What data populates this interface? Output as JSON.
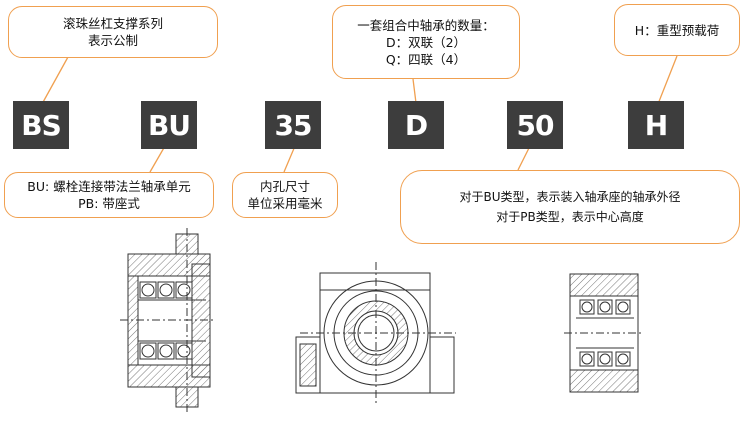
{
  "codes": [
    {
      "id": "bs",
      "text": "BS"
    },
    {
      "id": "bu",
      "text": "BU"
    },
    {
      "id": "35",
      "text": "35"
    },
    {
      "id": "d",
      "text": "D"
    },
    {
      "id": "50",
      "text": "50"
    },
    {
      "id": "h",
      "text": "H"
    }
  ],
  "callouts": {
    "series": {
      "line1": "滚珠丝杠支撑系列",
      "line2": "表示公制"
    },
    "quantity": {
      "line1": "一套组合中轴承的数量：",
      "line2": "D：双联（2）",
      "line3": "Q：四联（4）"
    },
    "load": {
      "line1": "H：重型预载荷"
    },
    "type": {
      "line1": "BU: 螺栓连接带法兰轴承单元",
      "line2": "PB: 带座式"
    },
    "bore": {
      "line1": "内孔尺寸",
      "line2": "单位采用毫米"
    },
    "outer": {
      "line1": "对于BU类型，表示装入轴承座的轴承外径",
      "line2": "对于PB类型，表示中心高度"
    }
  },
  "colors": {
    "callout_border": "#f0a050",
    "code_box": "#3d3d3d",
    "code_text": "#ffffff",
    "drawing_line": "#333333",
    "hatch": "#777777"
  }
}
